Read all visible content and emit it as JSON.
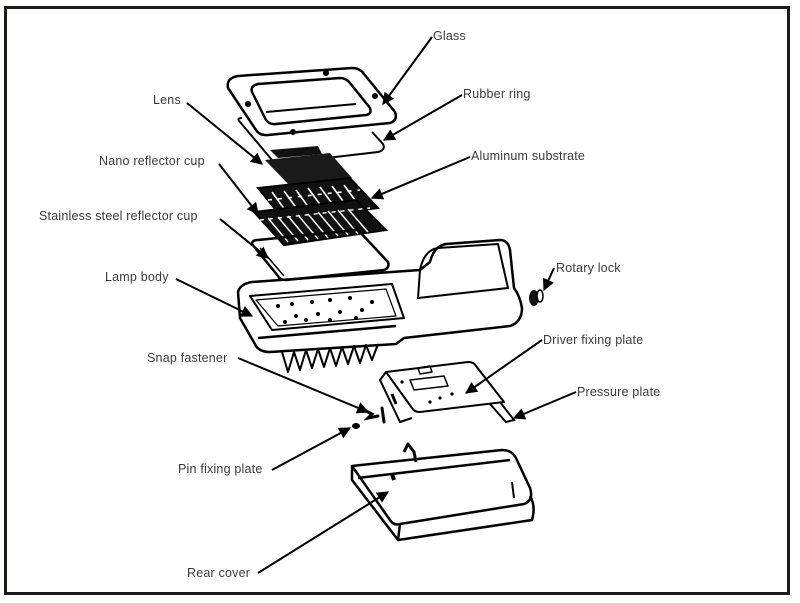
{
  "diagram": {
    "type": "exploded-view",
    "subject": "LED street light assembly",
    "border_color": "#1e1a17",
    "line_color": "#000000",
    "label_color": "#3a3a3a"
  },
  "labels": {
    "glass": "Glass",
    "rubber_ring": "Rubber ring",
    "aluminum_substrate": "Aluminum substrate",
    "lens": "Lens",
    "nano_reflector_cup": "Nano reflector cup",
    "stainless_steel_reflector_cup": "Stainless steel reflector cup",
    "lamp_body": "Lamp body",
    "rotary_lock": "Rotary lock",
    "driver_fixing_plate": "Driver fixing plate",
    "snap_fastener": "Snap fastener",
    "pressure_plate": "Pressure plate",
    "pin_fixing_plate": "Pin fixing plate",
    "rear_cover": "Rear cover"
  }
}
